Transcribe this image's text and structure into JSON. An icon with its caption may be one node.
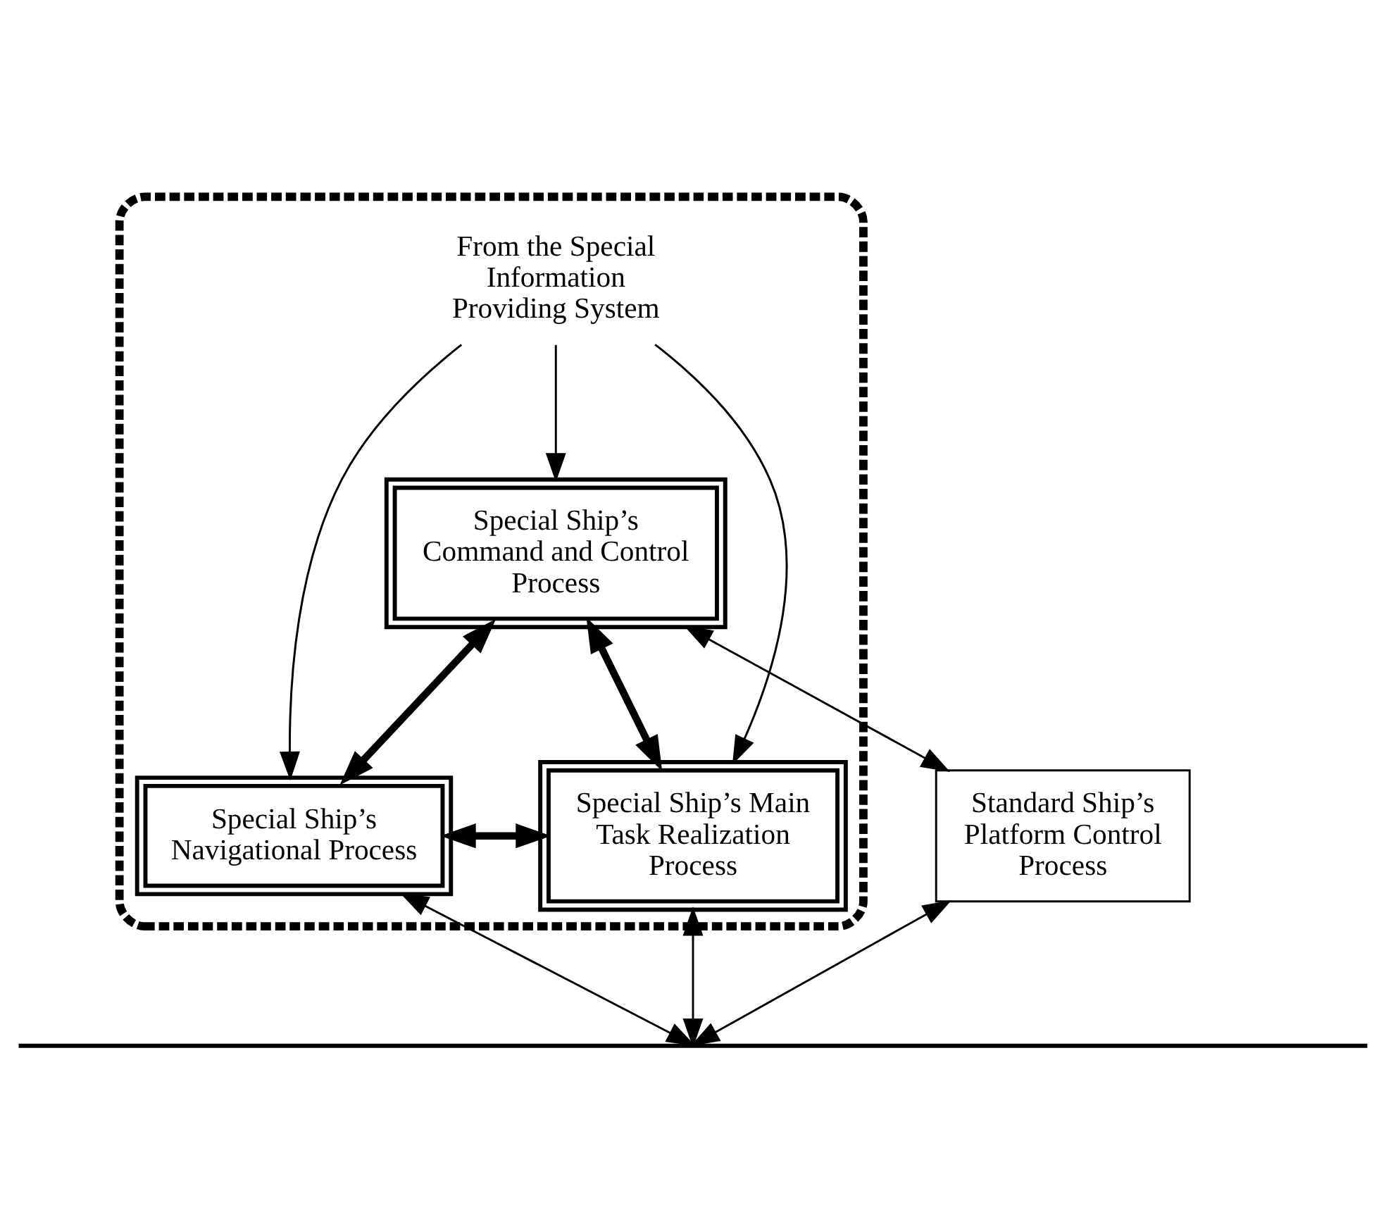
{
  "diagram": {
    "nodes": [
      {
        "text": [],
        "shape": "cloud"
      },
      {
        "text": [
          "From the Special Information Providing System"
        ],
        "in": 0
      },
      {
        "text": [
          "Special Ship’s Command and Control Process"
        ],
        "in": 0
      },
      {
        "text": [
          "Standard Ship’s Platform Control Process"
        ]
      },
      {
        "text": [
          "Special Ship’s Navigational Process"
        ],
        "in": 0
      },
      {
        "text": [
          "Special Ship’s Main Task Realization Process"
        ],
        "in": 0
      },
      {
        "text": [],
        "shape": "bar"
      }
    ],
    "edges": [
      {
        "from": 1,
        "to": 2,
        "arrow": "to"
      },
      {
        "from": 1,
        "to": 4,
        "arrow": "to"
      },
      {
        "from": 1,
        "to": 5,
        "arrow": "to"
      },
      {
        "from": 2,
        "to": 3,
        "arrow": "both"
      },
      {
        "from": 2,
        "to": 4,
        "arrow": "both",
        "style": "thick"
      },
      {
        "from": 2,
        "to": 5,
        "arrow": "both",
        "style": "thick"
      },
      {
        "from": 4,
        "to": 5,
        "arrow": "both",
        "style": "thick"
      },
      {
        "from": 3,
        "to": 6,
        "arrow": "both"
      },
      {
        "from": 4,
        "to": 6,
        "arrow": "both"
      },
      {
        "from": 5,
        "to": 6,
        "arrow": "both"
      }
    ]
  }
}
